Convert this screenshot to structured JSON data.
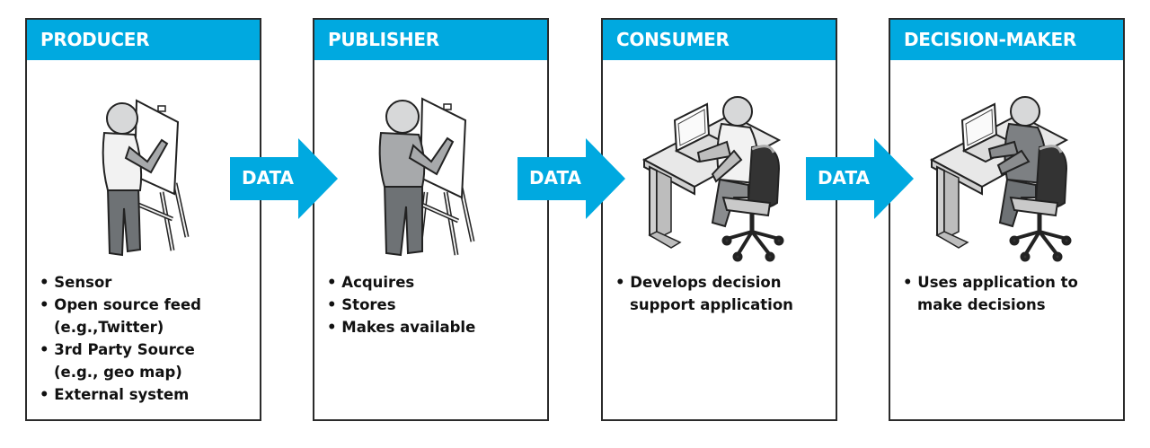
{
  "colors": {
    "accent": "#00a9e0",
    "border": "#2b2b2b",
    "text": "#111111"
  },
  "stages": [
    {
      "title": "PRODUCER",
      "icon": "person-at-easel-icon",
      "bullets": [
        {
          "text": "Sensor"
        },
        {
          "text": "Open source feed",
          "sub": "(e.g.,Twitter)"
        },
        {
          "text": "3rd Party Source",
          "sub": "(e.g., geo map)"
        },
        {
          "text": "External system"
        }
      ]
    },
    {
      "title": "PUBLISHER",
      "icon": "person-at-easel-icon",
      "bullets": [
        {
          "text": "Acquires"
        },
        {
          "text": "Stores"
        },
        {
          "text": "Makes available"
        }
      ]
    },
    {
      "title": "CONSUMER",
      "icon": "person-at-desk-laptop-icon",
      "bullets": [
        {
          "text": "Develops decision",
          "sub": "support application"
        }
      ]
    },
    {
      "title": "DECISION-MAKER",
      "icon": "person-at-desk-laptop-icon",
      "bullets": [
        {
          "text": "Uses application to",
          "sub": "make decisions"
        }
      ]
    }
  ],
  "arrows": [
    {
      "label": "DATA"
    },
    {
      "label": "DATA"
    },
    {
      "label": "DATA"
    }
  ]
}
